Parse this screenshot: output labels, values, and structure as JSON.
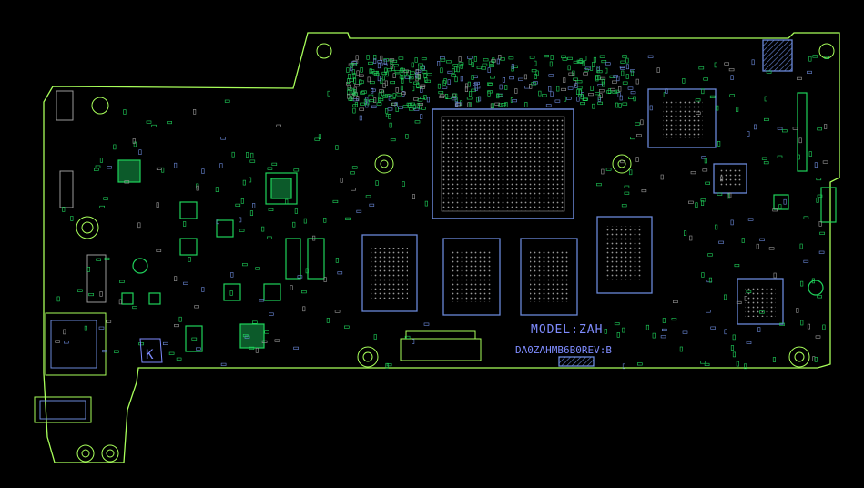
{
  "colors": {
    "background": "#000000",
    "outline": "#a8ff5a",
    "chip_blue": "#6a88d8",
    "copper_green": "#1fd35b",
    "silkscreen": "#7f8cff",
    "pad_gray": "#9a9a9a"
  },
  "silkscreen": {
    "model": "MODEL:ZAH",
    "part_number": "DA0ZAHMB6B0REV:B",
    "corner_letter": "K"
  }
}
